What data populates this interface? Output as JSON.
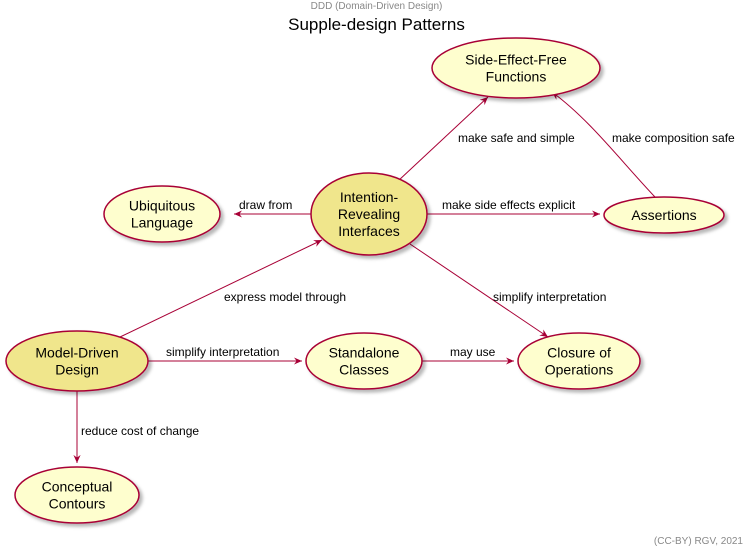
{
  "header": "DDD (Domain-Driven Design)",
  "title": "Supple-design Patterns",
  "footer": "(CC-BY) RGV, 2021",
  "colors": {
    "node_fill": "#fefece",
    "node_fill_highlight": "#f0e68c",
    "node_stroke": "#a80036",
    "edge": "#a80036",
    "text": "#000000"
  },
  "nodes": [
    {
      "id": "side_effect_free",
      "lines": [
        "Side-Effect-Free",
        "Functions"
      ],
      "highlight": false
    },
    {
      "id": "ubiquitous_language",
      "lines": [
        "Ubiquitous",
        "Language"
      ],
      "highlight": false
    },
    {
      "id": "intention_revealing",
      "lines": [
        "Intention-",
        "Revealing",
        "Interfaces"
      ],
      "highlight": true
    },
    {
      "id": "assertions",
      "lines": [
        "Assertions"
      ],
      "highlight": false
    },
    {
      "id": "model_driven",
      "lines": [
        "Model-Driven",
        "Design"
      ],
      "highlight": true
    },
    {
      "id": "standalone_classes",
      "lines": [
        "Standalone",
        "Classes"
      ],
      "highlight": false
    },
    {
      "id": "closure_of_operations",
      "lines": [
        "Closure of",
        "Operations"
      ],
      "highlight": false
    },
    {
      "id": "conceptual_contours",
      "lines": [
        "Conceptual",
        "Contours"
      ],
      "highlight": false
    }
  ],
  "edges": [
    {
      "from": "intention_revealing",
      "to": "side_effect_free",
      "label": "make safe and simple"
    },
    {
      "from": "assertions",
      "to": "side_effect_free",
      "label": "make composition safe"
    },
    {
      "from": "intention_revealing",
      "to": "ubiquitous_language",
      "label": "draw from"
    },
    {
      "from": "intention_revealing",
      "to": "assertions",
      "label": "make side effects explicit"
    },
    {
      "from": "model_driven",
      "to": "intention_revealing",
      "label": "express model through"
    },
    {
      "from": "intention_revealing",
      "to": "closure_of_operations",
      "label": "simplify interpretation"
    },
    {
      "from": "model_driven",
      "to": "standalone_classes",
      "label": "simplify interpretation"
    },
    {
      "from": "standalone_classes",
      "to": "closure_of_operations",
      "label": "may use"
    },
    {
      "from": "model_driven",
      "to": "conceptual_contours",
      "label": "reduce cost of change"
    }
  ]
}
